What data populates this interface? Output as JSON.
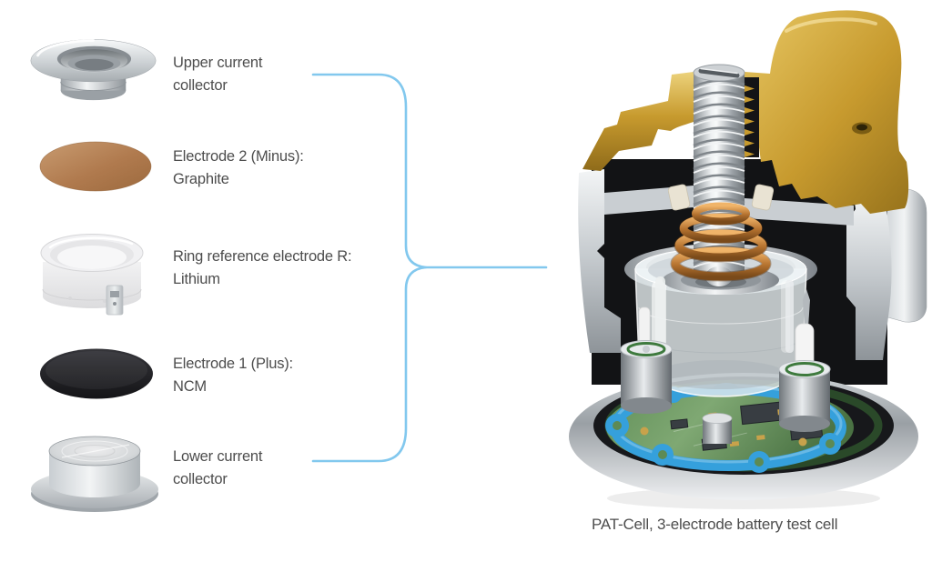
{
  "diagram": {
    "caption": "PAT-Cell, 3-electrode battery test cell",
    "labels": [
      {
        "lines": [
          "Upper current",
          "collector"
        ]
      },
      {
        "lines": [
          "Electrode 2 (Minus):",
          "Graphite"
        ]
      },
      {
        "lines": [
          "Ring reference electrode R:",
          "Lithium"
        ]
      },
      {
        "lines": [
          "Electrode 1 (Plus):",
          "NCM"
        ]
      },
      {
        "lines": [
          "Lower current",
          "collector"
        ]
      }
    ],
    "colors": {
      "accent_blue": "#82c8ee",
      "text": "#4d4d4d",
      "gold_lid": "#c79a2e",
      "copper_spring": "#b5722f",
      "steel": "#c3c8cc",
      "graphite_disc": "#b07a4e",
      "ncm_disc": "#1f1f1f",
      "gasket_blue": "#35a0dc",
      "pcb_green": "#5d8a54"
    }
  }
}
